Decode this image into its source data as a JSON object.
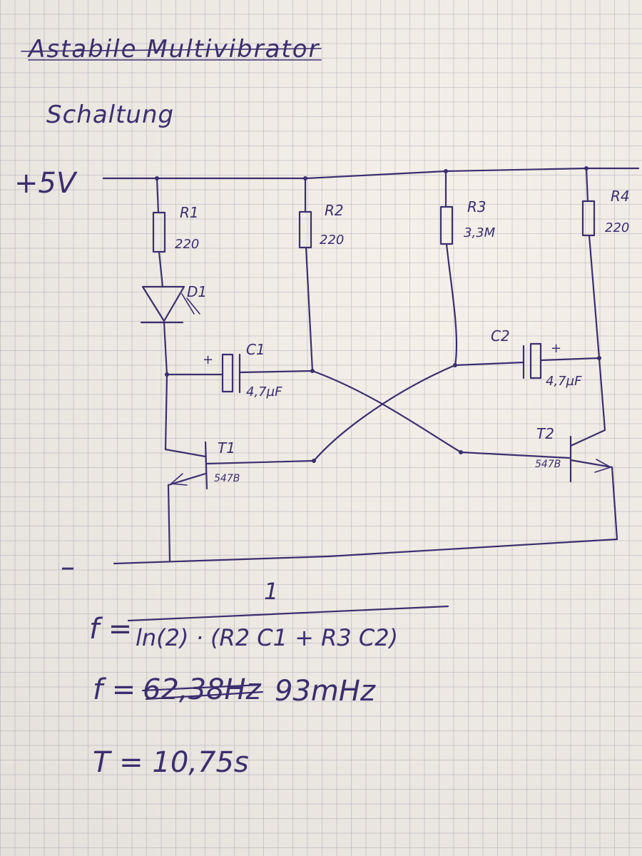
{
  "title": "Astabile Multivibrator",
  "subtitle": "Schaltung",
  "supply": {
    "positive": "+5V",
    "negative": "–"
  },
  "components": {
    "r1": {
      "name": "R1",
      "value": "220"
    },
    "r2": {
      "name": "R2",
      "value": "220"
    },
    "r3": {
      "name": "R3",
      "value": "3,3M"
    },
    "r4": {
      "name": "R4",
      "value": "220"
    },
    "d1": {
      "name": "D1"
    },
    "c1": {
      "name": "C1",
      "value": "4,7µF",
      "polarity": "+"
    },
    "c2": {
      "name": "C2",
      "value": "4,7µF",
      "polarity": "+"
    },
    "t1": {
      "name": "T1",
      "type": "547B"
    },
    "t2": {
      "name": "T2",
      "type": "547B"
    }
  },
  "formulas": {
    "f_prefix": "f =",
    "numerator": "1",
    "denominator": "ln(2) · (R2 C1 + R3 C2)",
    "f2_prefix": "f =",
    "crossed_value": "62,38Hz",
    "corrected_value": "93mHz",
    "period": "T = 10,75s"
  },
  "colors": {
    "ink": "#3a2f6e",
    "paper": "#e9e6e2"
  }
}
